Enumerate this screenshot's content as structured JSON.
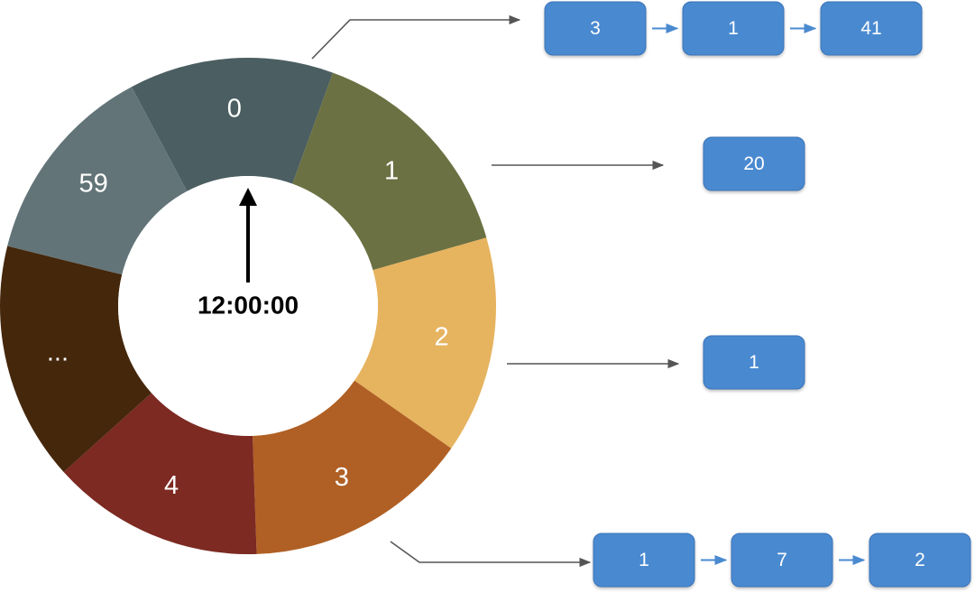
{
  "wheel": {
    "center_time": "12:00:00",
    "slots": [
      {
        "label": "0",
        "color": "#4b5e61"
      },
      {
        "label": "1",
        "color": "#6b7142"
      },
      {
        "label": "2",
        "color": "#e6b35f"
      },
      {
        "label": "3",
        "color": "#b06024"
      },
      {
        "label": "4",
        "color": "#7c2a22"
      },
      {
        "label": "...",
        "color": "#45270c"
      },
      {
        "label": "59",
        "color": "#627478"
      }
    ]
  },
  "buckets": [
    {
      "slot": "0",
      "nodes": [
        "3",
        "1",
        "41"
      ]
    },
    {
      "slot": "1",
      "nodes": [
        "20"
      ]
    },
    {
      "slot": "2",
      "nodes": [
        "1"
      ]
    },
    {
      "slot": "3",
      "nodes": [
        "1",
        "7",
        "2"
      ]
    }
  ],
  "colors": {
    "node_fill": "#4a89d0",
    "node_stroke": "#3a74b8",
    "chain_arrow": "#4a8ad0",
    "connector": "#555555",
    "pointer": "#000000"
  }
}
